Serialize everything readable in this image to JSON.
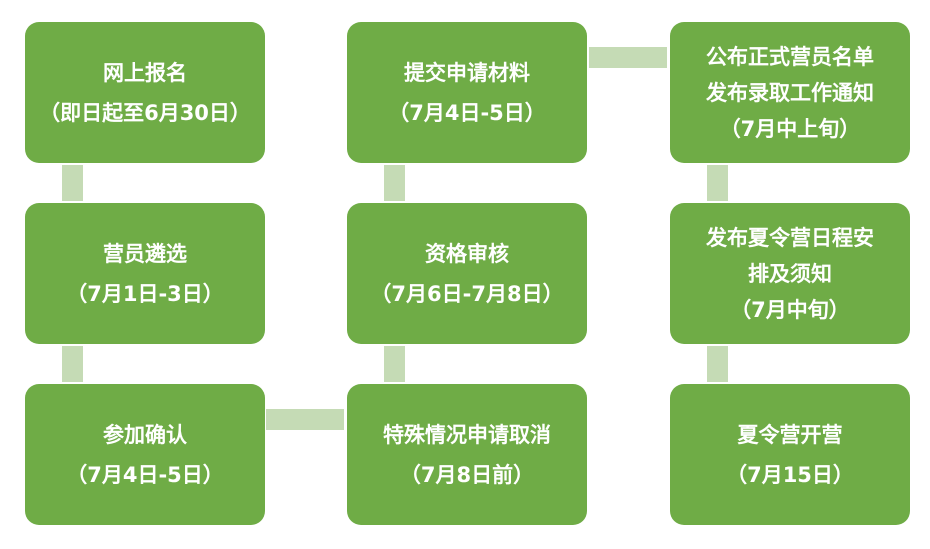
{
  "steps": {
    "signup": {
      "title": "网上报名",
      "date": "（即日起至6月30日）"
    },
    "select": {
      "title": "营员遴选",
      "date": "（7月1日-3日）"
    },
    "confirm": {
      "title": "参加确认",
      "date": "（7月4日-5日）"
    },
    "submit": {
      "title": "提交申请材料",
      "date": "（7月4日-5日）"
    },
    "review": {
      "title": "资格审核",
      "date": "（7月6日-7月8日）"
    },
    "cancel": {
      "title": "特殊情况申请取消",
      "date": "（7月8日前）"
    },
    "publish": {
      "line1": "公布正式营员名单",
      "line2": "发布录取工作通知",
      "date": "（7月中上旬）"
    },
    "schedule": {
      "line1": "发布夏令营日程安",
      "line2": "排及须知",
      "date": "（7月中旬）"
    },
    "opening": {
      "title": "夏令营开营",
      "date": "（7月15日）"
    }
  },
  "colors": {
    "box": "#6fac46",
    "connector": "#c5dbb5",
    "text": "#ffffff"
  }
}
